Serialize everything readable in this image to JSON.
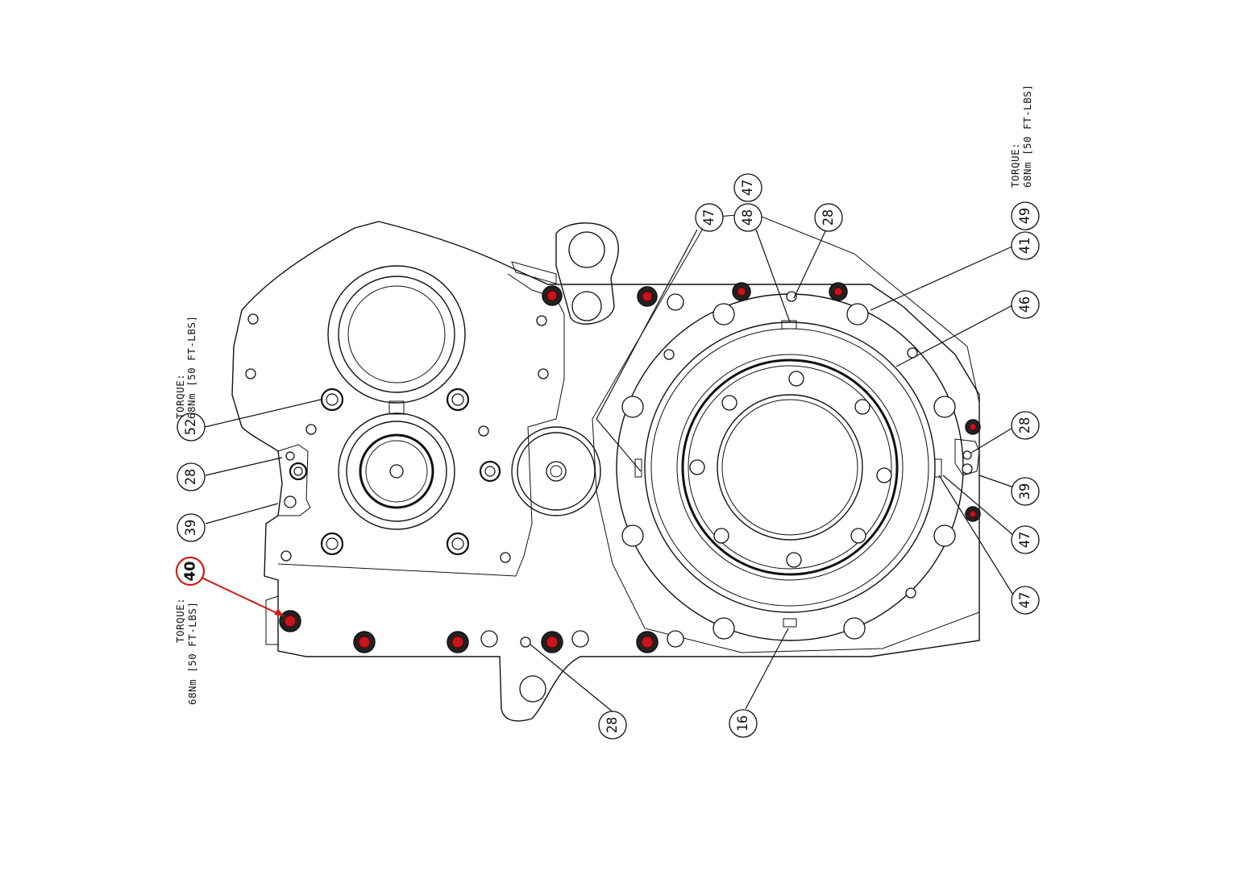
{
  "notes": {
    "left_top": {
      "line1": "TORQUE:",
      "line2": "68Nm [50 FT-LBS]"
    },
    "left_bottom": {
      "line1": "TORQUE:",
      "line2": "68Nm [50 FT-LBS]"
    },
    "right_top": {
      "line1": "TORQUE:",
      "line2": "68Nm [50 FT-LBS]"
    }
  },
  "callouts": {
    "c52": "52",
    "c28_left": "28",
    "c39_left": "39",
    "c40": "40",
    "c28_bottom": "28",
    "c16": "16",
    "c47_a": "47",
    "c48": "48",
    "c47_b": "47",
    "c28_top": "28",
    "c49": "49",
    "c41": "41",
    "c46": "46",
    "c28_right": "28",
    "c39_right": "39",
    "c47_c": "47",
    "c47_d": "47"
  },
  "colors": {
    "highlight": "#d21919",
    "red_bolt": "#c8141c",
    "line": "#111111"
  }
}
